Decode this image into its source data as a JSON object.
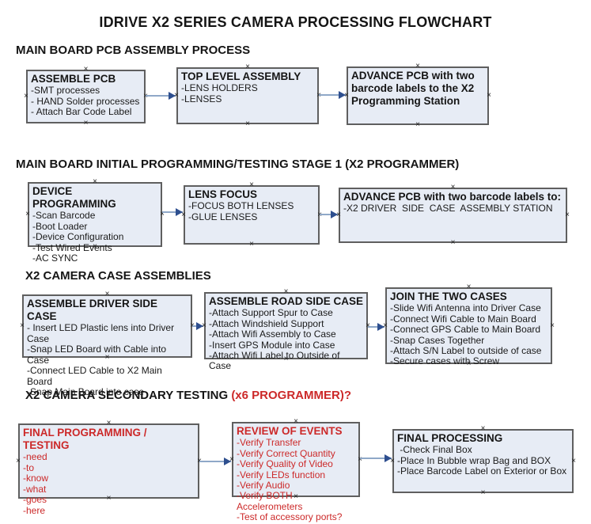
{
  "title": "IDRIVE X2  SERIES CAMERA PROCESSING FLOWCHART",
  "colors": {
    "box_fill": "#e7ecf5",
    "box_border": "#5f5f5f",
    "red_text": "#cc2929",
    "arrow_line": "#8fa8c8",
    "arrow_head": "#2e4f8f"
  },
  "sections": [
    {
      "header": "MAIN BOARD PCB ASSEMBLY PROCESS",
      "boxes": [
        {
          "title": "ASSEMBLE PCB",
          "items": [
            "-SMT processes",
            "- HAND Solder processes",
            "- Attach Bar Code Label"
          ]
        },
        {
          "title": "TOP LEVEL ASSEMBLY",
          "items": [
            "-LENS HOLDERS",
            "-LENSES"
          ]
        },
        {
          "title": "ADVANCE PCB with two barcode labels to the X2 Programming Station",
          "items": []
        }
      ]
    },
    {
      "header": "MAIN BOARD INITIAL PROGRAMMING/TESTING STAGE 1 (X2 PROGRAMMER)",
      "boxes": [
        {
          "title": "DEVICE PROGRAMMING",
          "items": [
            "-Scan Barcode",
            "-Boot Loader",
            "-Device Configuration",
            "-Test Wired Events",
            "-AC SYNC"
          ]
        },
        {
          "title": "LENS FOCUS",
          "items": [
            "-FOCUS BOTH LENSES",
            "-GLUE LENSES"
          ]
        },
        {
          "title": "ADVANCE PCB with two barcode labels to:",
          "items": [
            "-X2 DRIVER  SIDE  CASE  ASSEMBLY STATION"
          ]
        }
      ]
    },
    {
      "header": "X2 CAMERA CASE ASSEMBLIES",
      "boxes": [
        {
          "title": "ASSEMBLE DRIVER SIDE CASE",
          "items": [
            "- Insert LED Plastic lens into Driver Case",
            "-Snap LED Board with Cable into Case",
            "-Connect LED Cable to X2 Main Board",
            "-Snap Main Board into case"
          ]
        },
        {
          "title": "ASSEMBLE ROAD SIDE CASE",
          "items": [
            "-Attach Support Spur to Case",
            "-Attach Windshield Support",
            "-Attach Wifi Assembly to Case",
            "-Insert GPS Module into Case",
            "-Attach Wifi Label to Outside of Case"
          ]
        },
        {
          "title": "JOIN THE TWO CASES",
          "items": [
            "-Slide Wifi Antenna into Driver Case",
            "-Connect Wifi Cable to Main Board",
            "-Connect GPS Cable to Main Board",
            "-Snap Cases Together",
            "-Attach S/N Label to outside of case",
            "-Secure cases with Screw"
          ]
        }
      ]
    },
    {
      "header": "X2 CAMERA SECONDARY TESTING ",
      "header_accent": " (x6 PROGRAMMER)?",
      "boxes": [
        {
          "title": "FINAL PROGRAMMING / TESTING",
          "items": [
            "-need",
            "-to",
            "-know",
            "-what",
            "-goes",
            "-here"
          ]
        },
        {
          "title": "REVIEW OF EVENTS",
          "items": [
            "-Verify Transfer",
            "-Verify Correct Quantity",
            "-Verify Quality of Video",
            "-Verify LEDs function",
            "-Verify Audio",
            "-Verify BOTH Accelerometers",
            "-Test of accessory ports?"
          ]
        },
        {
          "title": "FINAL PROCESSING",
          "items": [
            " -Check Final Box",
            "-Place In Bubble wrap Bag and BOX",
            "-Place Barcode Label on Exterior or Box"
          ]
        }
      ]
    }
  ]
}
